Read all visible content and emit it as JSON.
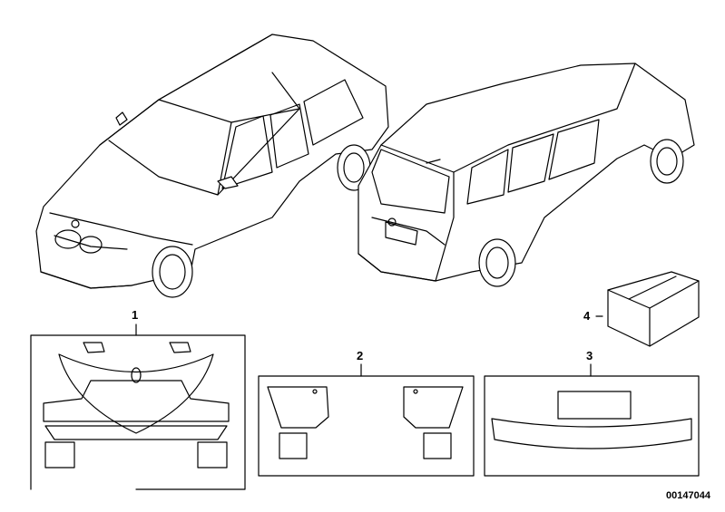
{
  "diagram": {
    "callouts": [
      {
        "number": "1",
        "name": "front-protective-film-set"
      },
      {
        "number": "2",
        "name": "side-protective-film-set"
      },
      {
        "number": "3",
        "name": "rear-protective-film-set"
      },
      {
        "number": "4",
        "name": "kit-box"
      }
    ],
    "part_number": "00147044"
  }
}
